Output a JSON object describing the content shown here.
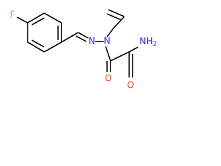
{
  "molecule": {
    "atoms": {
      "fluorine": "F",
      "imine_nitrogen": "N",
      "hydrazide_nitrogen": "N",
      "carbonyl_oxygen_1": "O",
      "carbonyl_oxygen_2": "O",
      "amide_nitrogen": "NH",
      "amide_hydrogen_count": "2"
    },
    "colors": {
      "bond": "#000000",
      "fluorine": "#8ec6a0",
      "nitrogen": "#3a3ae0",
      "oxygen": "#e83a2a"
    }
  }
}
